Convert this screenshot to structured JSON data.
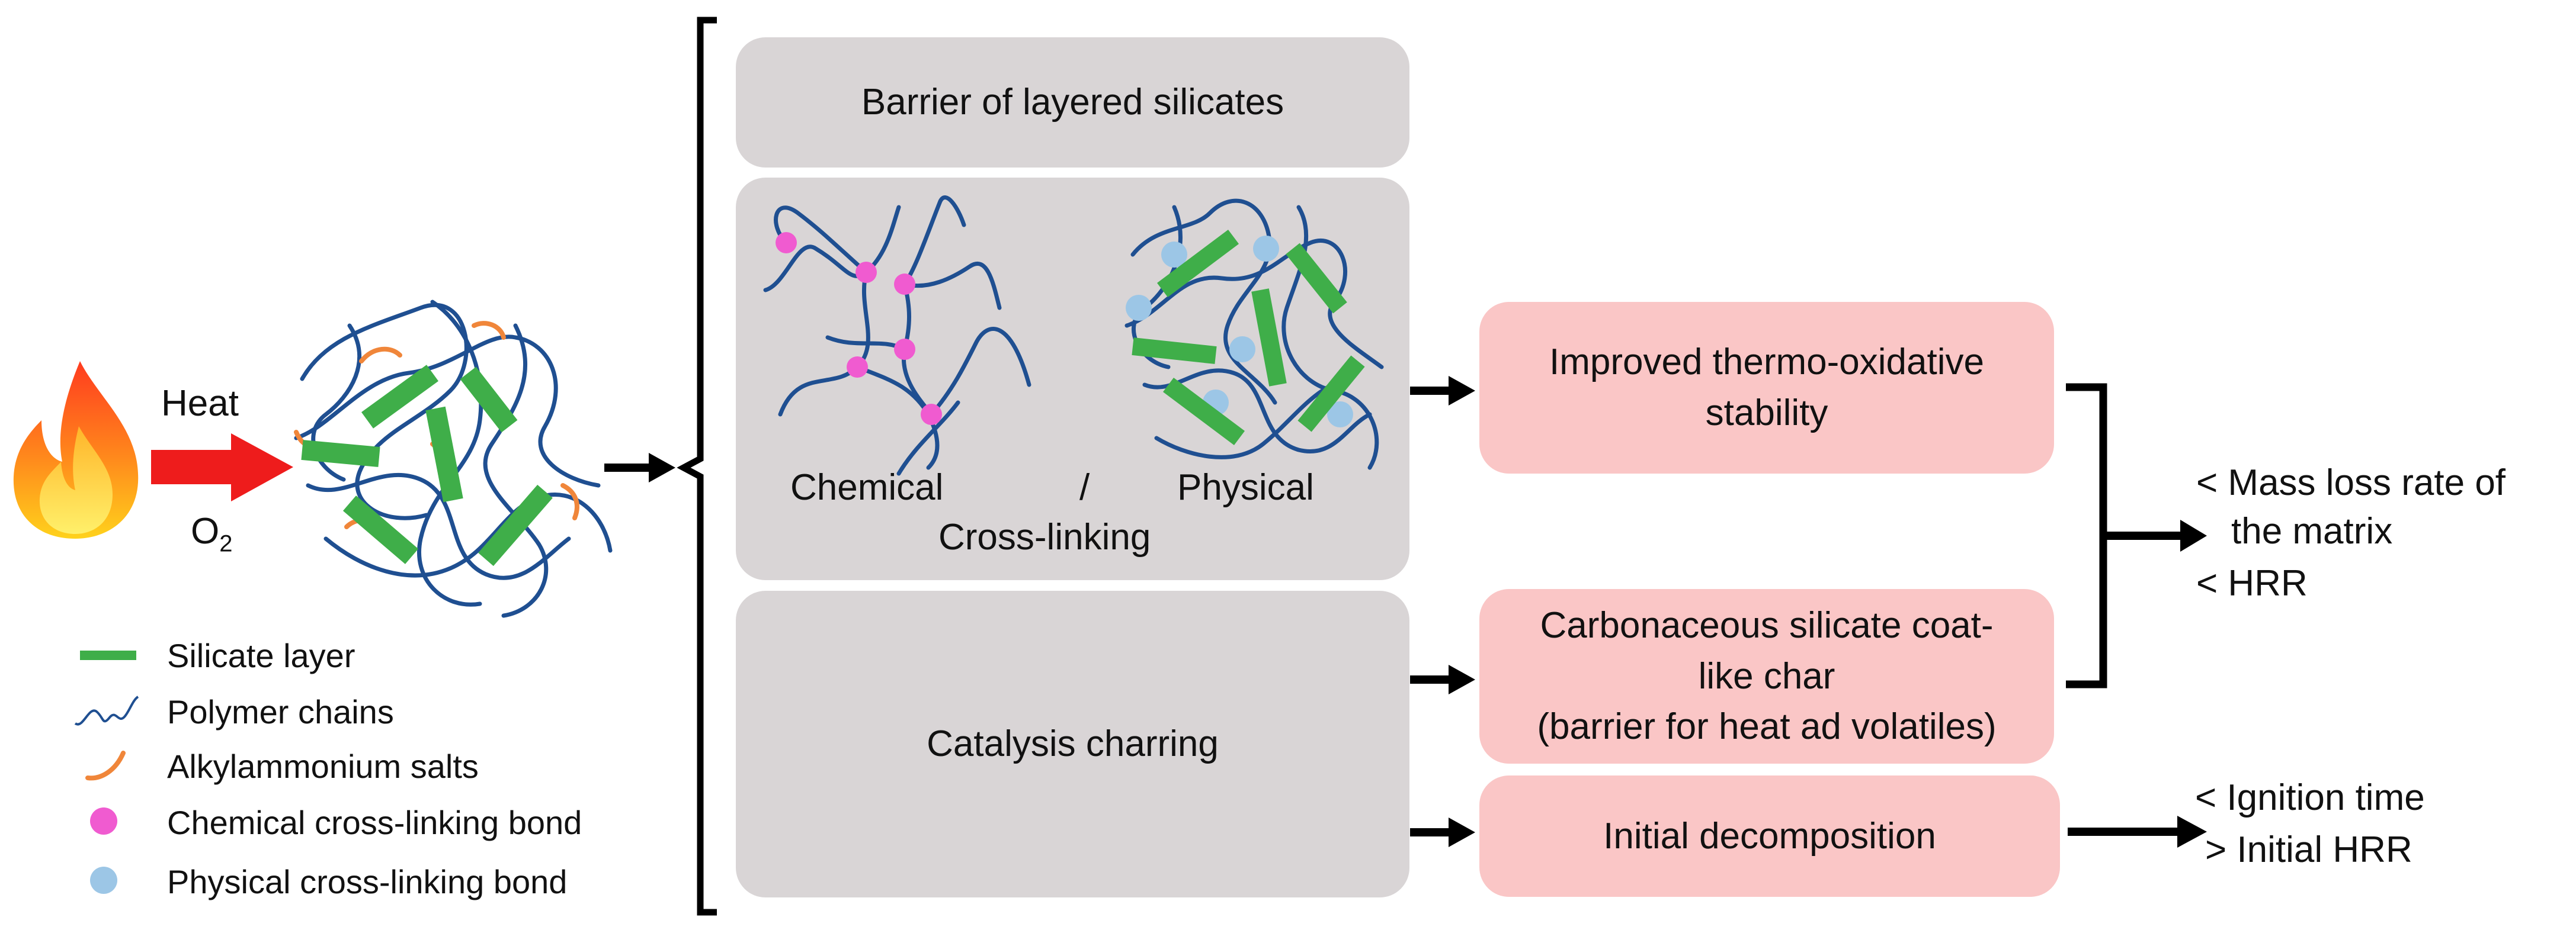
{
  "colors": {
    "box_grey": "#d9d5d6",
    "box_pink": "#fac6c6",
    "polymer_chain": "#1f4f91",
    "silicate_layer": "#3fae49",
    "alkylammonium": "#f0863a",
    "chemical_bond": "#f05bd0",
    "physical_bond": "#9cc6e6",
    "heat_arrow": "#ee1c1c"
  },
  "inputs": {
    "heat": "Heat",
    "oxygen_base": "O",
    "oxygen_sub": "2"
  },
  "mechanisms": {
    "barrier": "Barrier of layered silicates",
    "chemical": "Chemical",
    "slash": "/",
    "physical": "Physical",
    "crosslinking": "Cross-linking",
    "catalysis": "Catalysis charring"
  },
  "effects": {
    "thermo_line1": "Improved thermo-oxidative",
    "thermo_line2": "stability",
    "char_line1": "Carbonaceous silicate coat-",
    "char_line2": "like char",
    "char_line3": "(barrier for heat ad volatiles)",
    "decomposition": "Initial decomposition"
  },
  "outcomes": {
    "mass_loss_line1": "< Mass loss rate of",
    "mass_loss_line2": "the matrix",
    "hrr": "< HRR",
    "ignition": "< Ignition time",
    "initial_hrr": "> Initial HRR"
  },
  "legend": [
    {
      "icon": "silicate-layer-icon",
      "label": "Silicate layer"
    },
    {
      "icon": "polymer-chain-icon",
      "label": "Polymer chains"
    },
    {
      "icon": "alkylammonium-icon",
      "label": "Alkylammonium salts"
    },
    {
      "icon": "chemical-bond-icon",
      "label": "Chemical cross-linking bond"
    },
    {
      "icon": "physical-bond-icon",
      "label": "Physical cross-linking bond"
    }
  ]
}
